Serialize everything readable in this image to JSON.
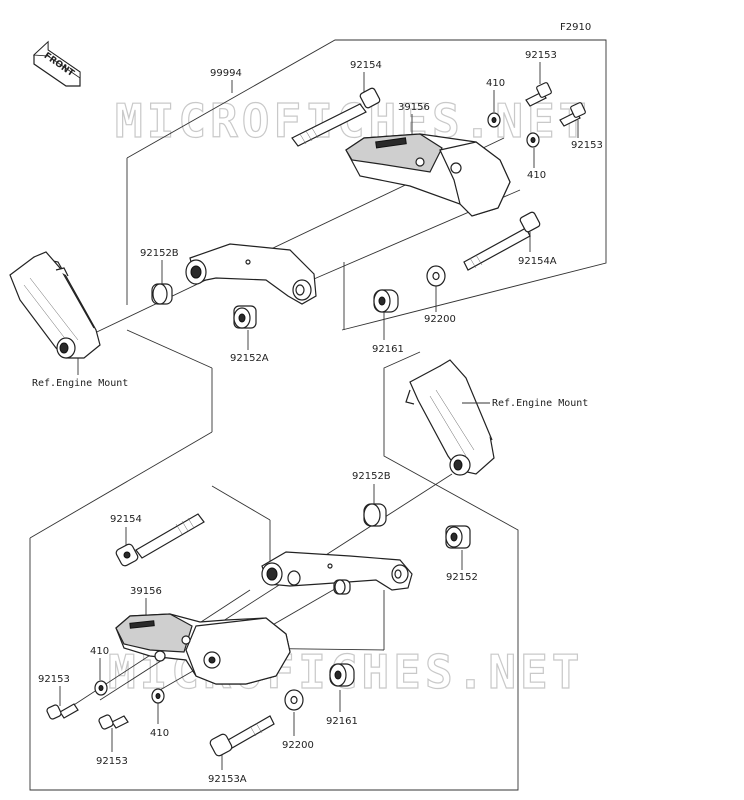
{
  "figure_code": "F2910",
  "front_badge": "FRONT",
  "watermark": "MICROFICHES.NET",
  "ref_labels": {
    "upper": "Ref.Engine Mount",
    "lower": "Ref.Engine Mount"
  },
  "upper_group": {
    "assembly": "99994",
    "parts": {
      "bolt_long": "92154",
      "bolt_small_a": "92153",
      "bolt_small_b": "92153",
      "washer_a": "410",
      "washer_b": "410",
      "slider": "39156",
      "collar_b": "92152B",
      "collar_a": "92152A",
      "bolt_a": "92154A",
      "washer_c": "92200",
      "damper": "92161"
    }
  },
  "lower_group": {
    "parts": {
      "collar_b": "92152B",
      "bolt_long": "92154",
      "collar": "92152",
      "slider": "39156",
      "bolt_small_a": "92153",
      "washer_a": "410",
      "washer_b": "410",
      "bolt_small_b": "92153",
      "washer_c": "92200",
      "damper": "92161",
      "bolt_a": "92153A"
    }
  },
  "colors": {
    "ink": "#222222",
    "watermark": "#c9c9c9",
    "background": "#ffffff"
  }
}
